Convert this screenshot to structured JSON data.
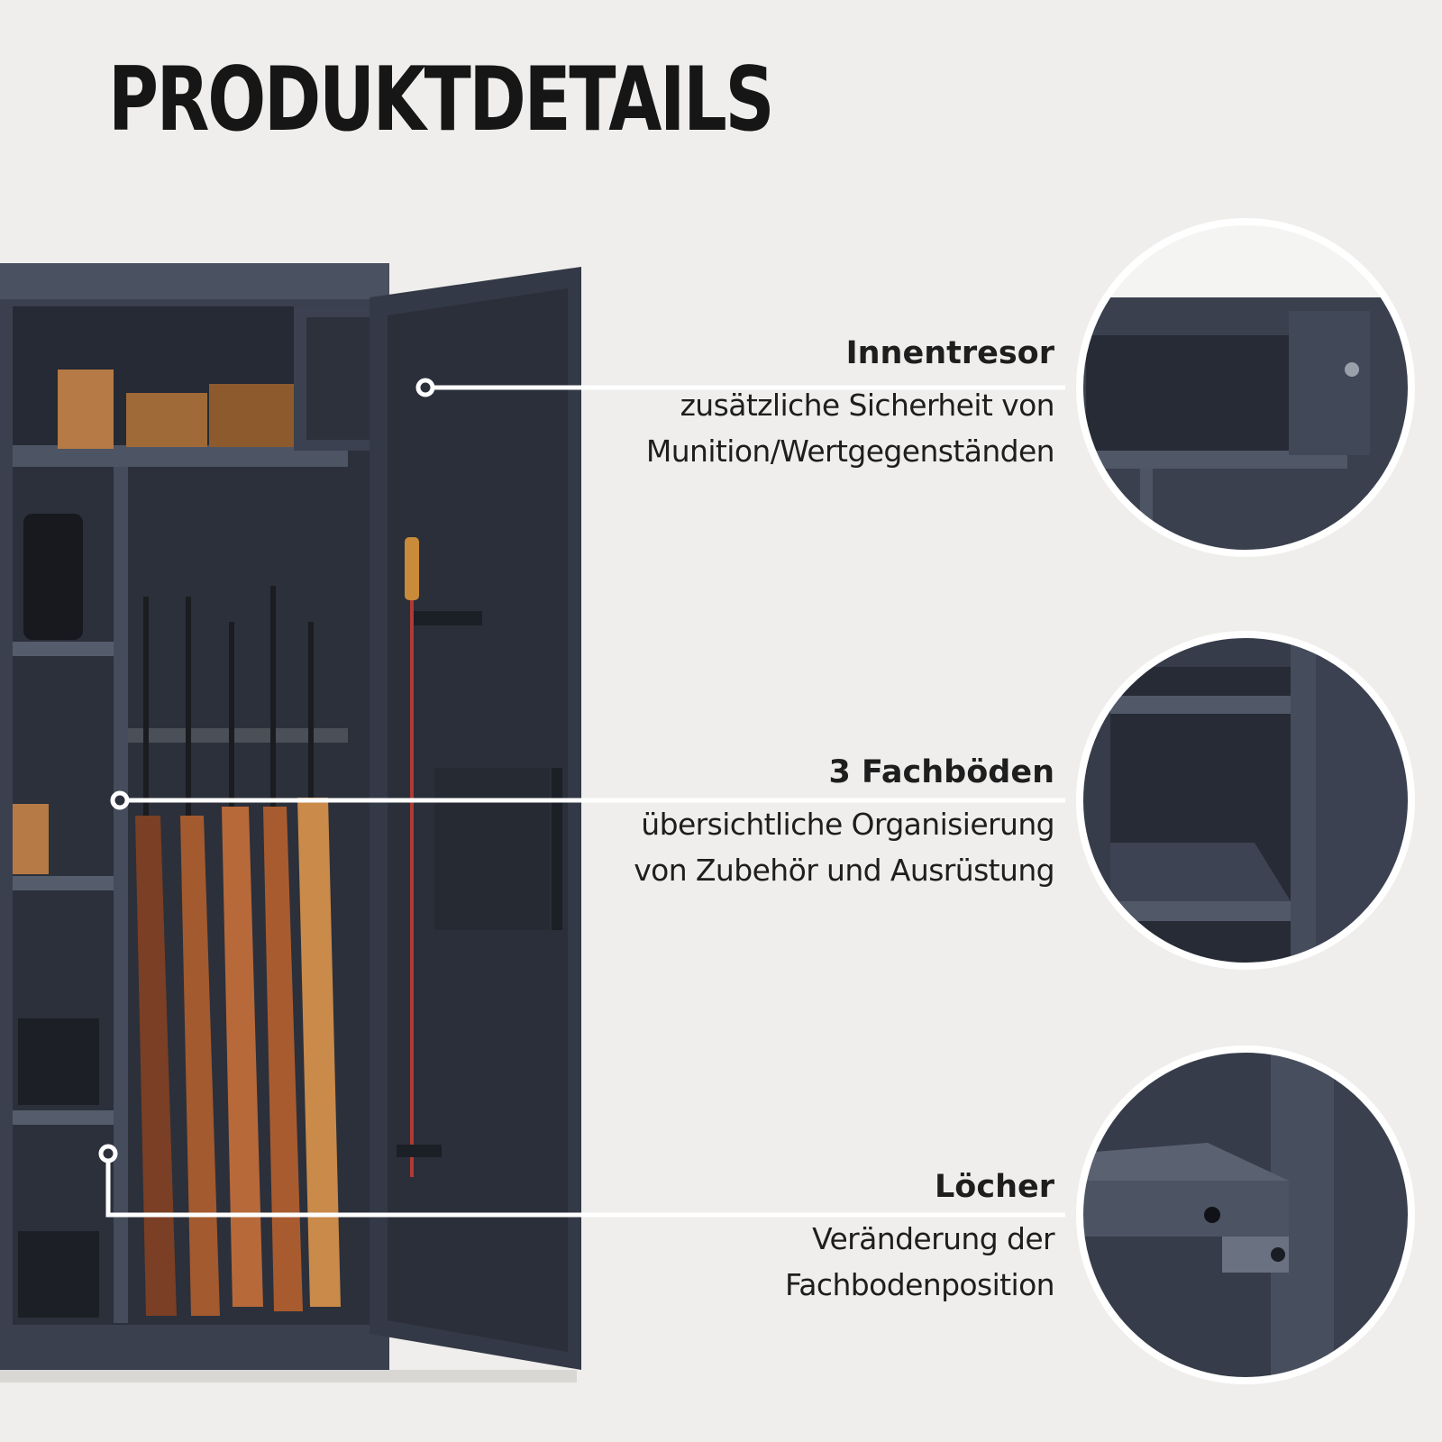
{
  "header": {
    "title": "PRODUKTDETAILS"
  },
  "features": [
    {
      "title": "Innentresor",
      "desc_line1": "zusätzliche Sicherheit von",
      "desc_line2": "Munition/Wertgegenständen"
    },
    {
      "title": "3 Fachböden",
      "desc_line1": "übersichtliche Organisierung",
      "desc_line2": "von Zubehör und Ausrüstung"
    },
    {
      "title": "Löcher",
      "desc_line1": "Veränderung der",
      "desc_line2": "Fachbodenposition"
    }
  ],
  "colors": {
    "background": "#efeeec",
    "cabinet": "#3c4250",
    "cabinet_dark": "#2a2f3a",
    "wood": "#9a5a32",
    "callout_line": "#ffffff"
  }
}
